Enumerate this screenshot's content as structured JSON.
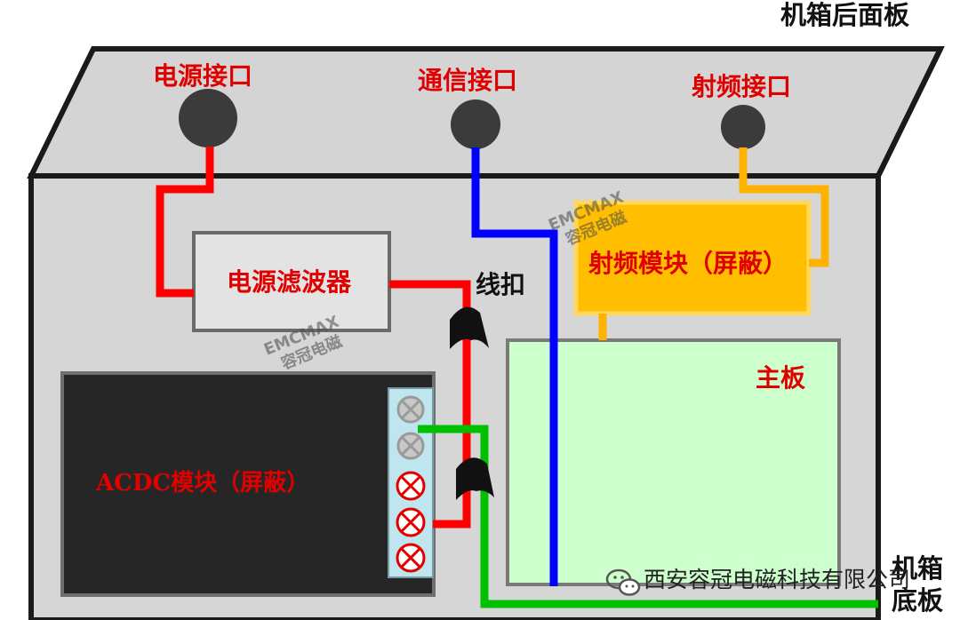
{
  "labels": {
    "rear_panel": "机箱后面板",
    "power_port": "电源接口",
    "comm_port": "通信接口",
    "rf_port": "射频接口",
    "power_filter": "电源滤波器",
    "cable_clip": "线扣",
    "rf_module": "射频模块（屏蔽）",
    "main_board": "主板",
    "acdc_module": "ACDC模块（屏蔽）",
    "bottom_panel_line1": "机箱",
    "bottom_panel_line2": "底板"
  },
  "watermark": {
    "brand": "EMCMAX",
    "brand_cn": "容冠电磁"
  },
  "footer": {
    "account": "西安容冠电磁科技有限公司",
    "icon": "wechat-icon"
  },
  "colors": {
    "power_wire": "#ff0000",
    "comm_wire": "#0000ff",
    "rf_wire": "#ffb300",
    "ground_wire": "#00c000",
    "chassis_fill": "#d6d6d6",
    "rf_module_fill": "#ffbf00",
    "main_board_fill": "#ccffcc",
    "acdc_fill": "#262626"
  }
}
